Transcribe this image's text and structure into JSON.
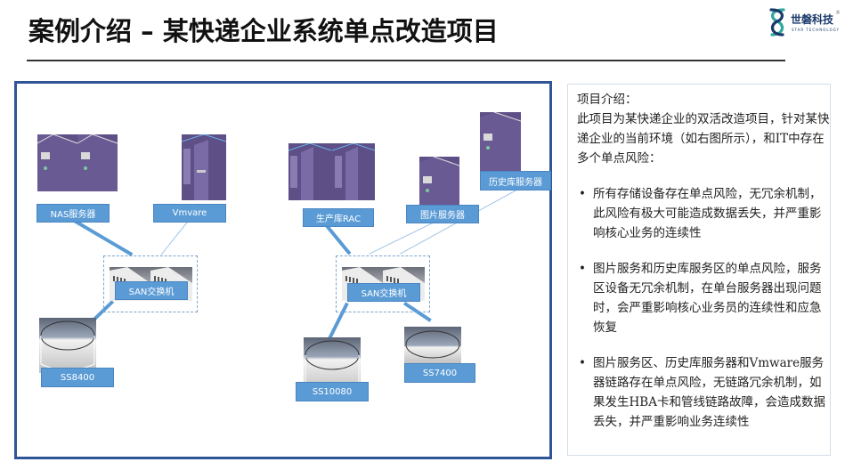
{
  "header": {
    "title": "案例介绍 – 某快递企业系统单点改造项目"
  },
  "logo": {
    "name_cn": "世磐科技",
    "name_en": "STAR TECHNOLOGY",
    "registered": "®",
    "brand_color": "#1b3a6b",
    "accent_color": "#2fa8a0"
  },
  "diagram": {
    "border_color": "#2f5597",
    "label_color": "#5b9bd5",
    "link_color": "#5b9bd5",
    "left_cluster": {
      "nodes": [
        {
          "id": "nas",
          "label": "NAS服务器",
          "icon": "tower-server-pair-icon"
        },
        {
          "id": "vmware",
          "label": "Vmvare",
          "icon": "rack-server-icon"
        },
        {
          "id": "san1",
          "label": "SAN交换机",
          "icon": "network-switch-pair-icon"
        },
        {
          "id": "ss8400",
          "label": "SS8400",
          "icon": "storage-disk-icon"
        }
      ]
    },
    "right_cluster": {
      "nodes": [
        {
          "id": "rac",
          "label": "生产库RAC",
          "icon": "rack-server-pair-icon"
        },
        {
          "id": "img",
          "label": "图片服务器",
          "icon": "tower-server-icon"
        },
        {
          "id": "hist",
          "label": "历史库服务器",
          "icon": "tower-server-icon"
        },
        {
          "id": "san2",
          "label": "SAN交换机",
          "icon": "network-switch-pair-icon"
        },
        {
          "id": "ss10080",
          "label": "SS10080",
          "icon": "storage-disk-icon"
        },
        {
          "id": "ss7400",
          "label": "SS7400",
          "icon": "storage-disk-icon"
        }
      ]
    }
  },
  "info": {
    "intro_title": "项目介绍：",
    "intro_body": "此项目为某快递企业的双活改造项目，针对某快递企业的当前环境（如右图所示），和IT中存在多个单点风险：",
    "bullet_char": "•",
    "bullets": [
      "所有存储设备存在单点风险，无冗余机制，此风险有极大可能造成数据丢失，并严重影响核心业务的连续性",
      "图片服务和历史库服务区的单点风险，服务区设备无冗余机制，在单台服务器出现问题时，会严重影响核心业务员的连续性和应急恢复",
      "图片服务区、历史库服务器和Vmware服务器链路存在单点风险，无链路冗余机制，如果发生HBA卡和管线链路故障，会造成数据丢失，并严重影响业务连续性"
    ]
  }
}
